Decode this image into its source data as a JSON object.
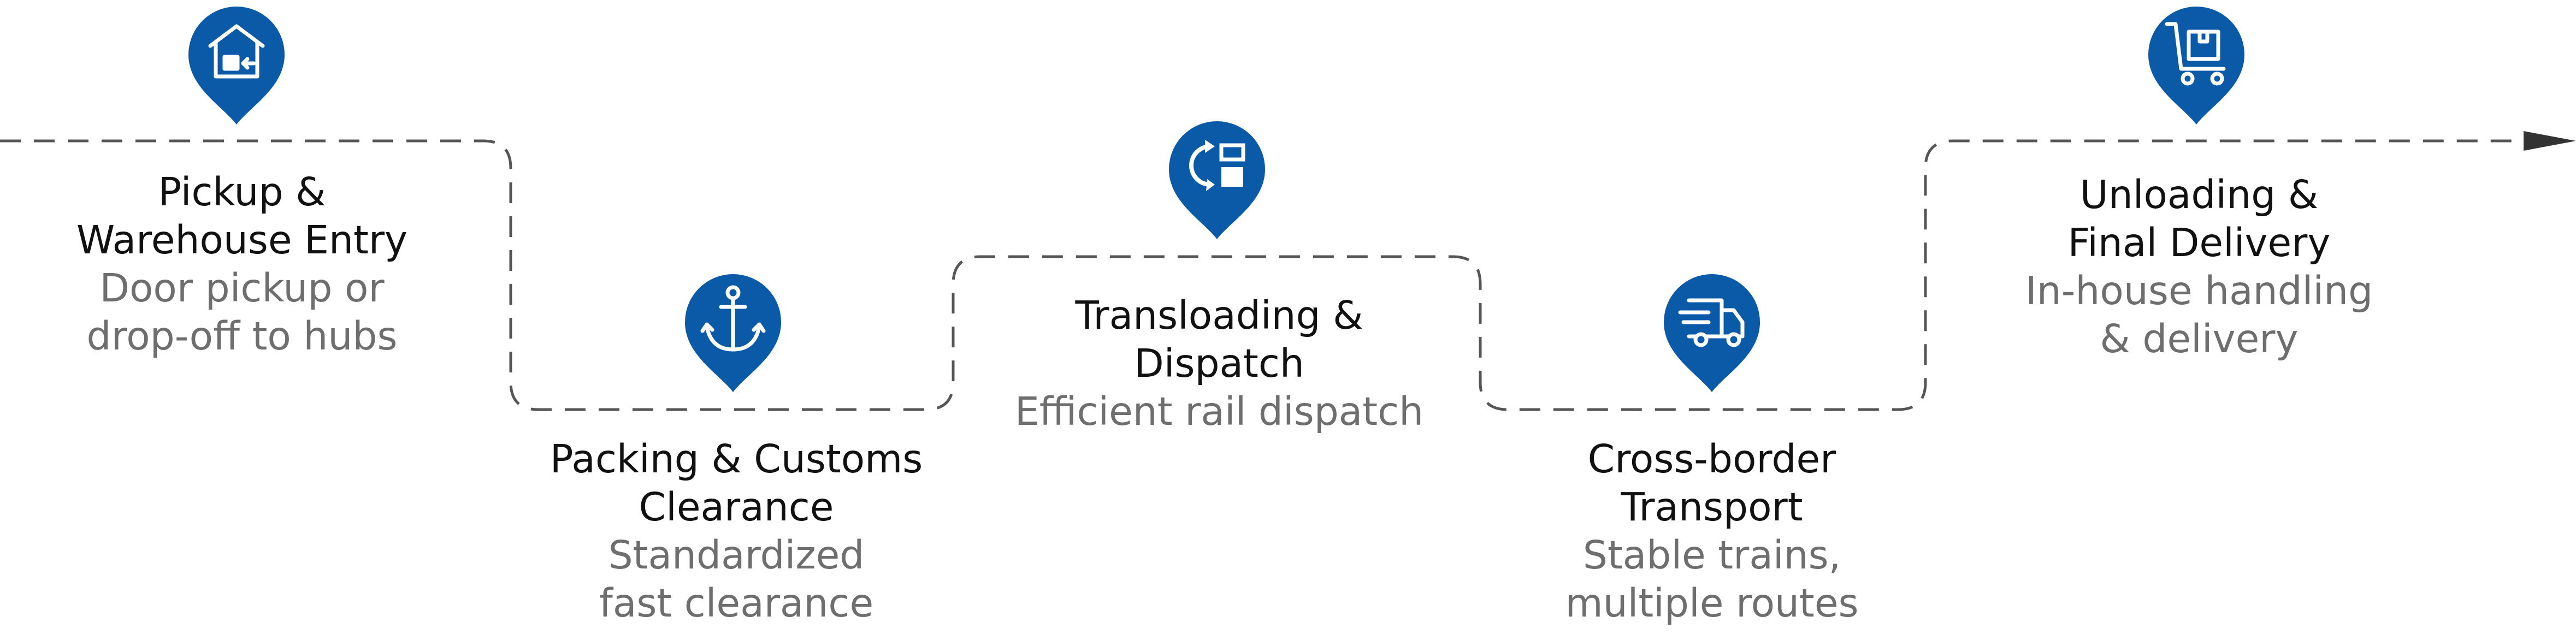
{
  "colors": {
    "pin_blue": "#0a5aa8",
    "line_gray": "#555555",
    "title_text": "#111111",
    "desc_text": "#6e6e6e"
  },
  "steps": [
    {
      "icon": "warehouse-icon",
      "title_lines": [
        "Pickup &",
        "Warehouse Entry"
      ],
      "desc_lines": [
        "Door pickup or",
        "drop-off to hubs"
      ]
    },
    {
      "icon": "anchor-icon",
      "title_lines": [
        "Packing & Customs",
        "Clearance"
      ],
      "desc_lines": [
        "Standardized",
        "fast clearance"
      ]
    },
    {
      "icon": "transload-icon",
      "title_lines": [
        "Transloading &",
        "Dispatch"
      ],
      "desc_lines": [
        "Efficient rail dispatch"
      ]
    },
    {
      "icon": "truck-icon",
      "title_lines": [
        "Cross-border",
        "Transport"
      ],
      "desc_lines": [
        "Stable trains,",
        "multiple routes"
      ]
    },
    {
      "icon": "cart-icon",
      "title_lines": [
        "Unloading &",
        "Final Delivery"
      ],
      "desc_lines": [
        "In-house handling",
        "& delivery"
      ]
    }
  ]
}
